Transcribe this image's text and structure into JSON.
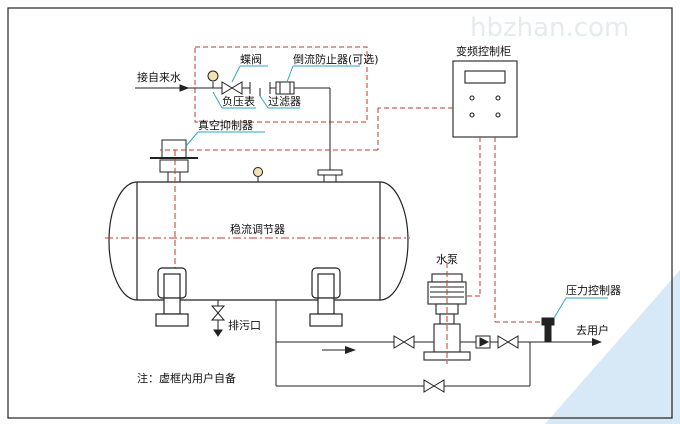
{
  "watermark": "hbzhan.com",
  "labels": {
    "tap_water": "接自来水",
    "butterfly_valve": "蝶阀",
    "backflow_preventer": "倒流防止器(可选)",
    "pressure_gauge": "负压表",
    "filter": "过滤器",
    "vacuum_suppressor": "真空抑制器",
    "vfd_cabinet": "变频控制柜",
    "stabilizer": "稳流调节器",
    "pump": "水泵",
    "pressure_controller": "压力控制器",
    "to_user": "去用户",
    "drain": "排污口",
    "note": "注：虚框内用户自备"
  },
  "colors": {
    "line": "#222222",
    "dashed_red": "#c0392b",
    "cyan_leader": "#2aa6c8",
    "bg_stripe": "#d7e9f7",
    "watermark": "#e6ebef"
  }
}
